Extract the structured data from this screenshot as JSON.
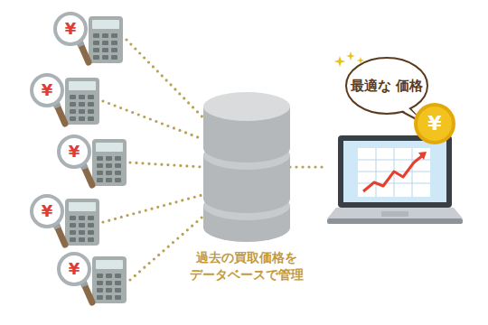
{
  "diagram": {
    "nodes": [
      {
        "text": [
          "¥"
        ]
      },
      {
        "text": [
          "¥"
        ]
      },
      {
        "text": [
          "¥"
        ]
      },
      {
        "text": [
          "¥"
        ]
      },
      {
        "text": [
          "¥"
        ]
      },
      {
        "text": [
          "過去の買取価格を データベースで管理"
        ]
      },
      {
        "text": [
          "最適な 価格"
        ]
      },
      {
        "text": [
          "¥"
        ]
      }
    ],
    "edges": [
      {
        "from": 0,
        "to": 5,
        "arrow": "none"
      },
      {
        "from": 1,
        "to": 5,
        "arrow": "none"
      },
      {
        "from": 2,
        "to": 5,
        "arrow": "none"
      },
      {
        "from": 3,
        "to": 5,
        "arrow": "none"
      },
      {
        "from": 4,
        "to": 5,
        "arrow": "none"
      },
      {
        "from": 5,
        "to": 7,
        "arrow": "none"
      }
    ]
  }
}
